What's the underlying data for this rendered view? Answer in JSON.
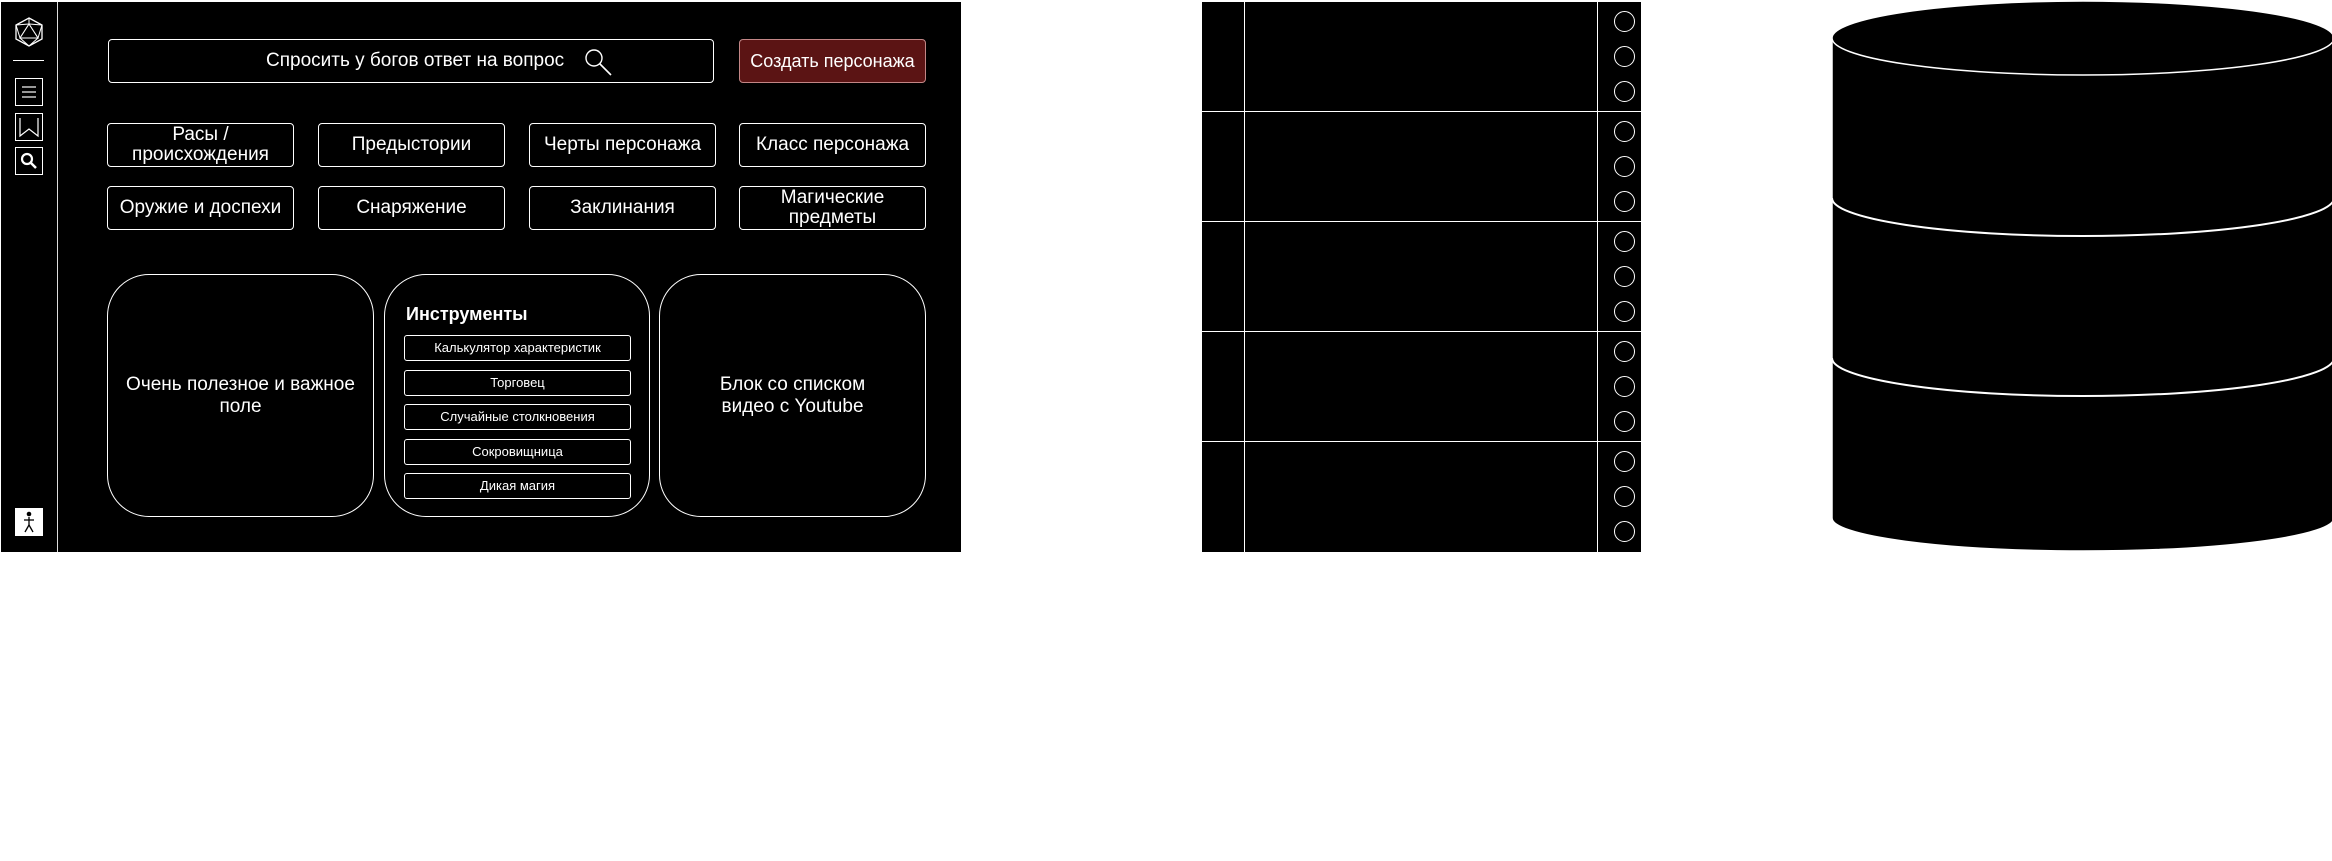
{
  "search": {
    "label": "Спросить у богов ответ на вопрос",
    "icon": "search-icon"
  },
  "header": {
    "create_label": "Создать персонажа",
    "create_color": "#5b1414"
  },
  "sidebar": {
    "logo_icon": "d20-dice-icon",
    "items": [
      {
        "icon": "menu-icon"
      },
      {
        "icon": "bookmark-icon"
      },
      {
        "icon": "search-icon"
      }
    ],
    "bottom_icon": "accessibility-icon"
  },
  "categories": [
    {
      "label": "Расы / происхождения"
    },
    {
      "label": "Предыстории"
    },
    {
      "label": "Черты персонажа"
    },
    {
      "label": "Класс персонажа"
    },
    {
      "label": "Оружие и доспехи"
    },
    {
      "label": "Снаряжение"
    },
    {
      "label": "Заклинания"
    },
    {
      "label": "Магические предметы"
    }
  ],
  "panels": {
    "useful": "Очень полезное и важное поле",
    "tools_title": "Инструменты",
    "tools": [
      "Калькулятор характеристик",
      "Торговец",
      "Случайные столкновения",
      "Сокровищница",
      "Дикая магия"
    ],
    "videos": "Блок со списком видео с Youtube"
  },
  "colors": {
    "background": "#000000",
    "stroke": "#ffffff",
    "accent": "#5b1414"
  }
}
